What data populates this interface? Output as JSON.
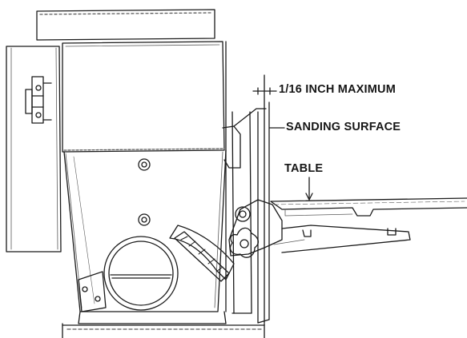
{
  "labels": {
    "max_gap": "1/16 INCH MAXIMUM",
    "sanding_surface": "SANDING SURFACE",
    "table": "TABLE"
  },
  "colors": {
    "line": "#1a1a1a",
    "light_line": "#5a5a5a",
    "paper": "#ffffff"
  }
}
